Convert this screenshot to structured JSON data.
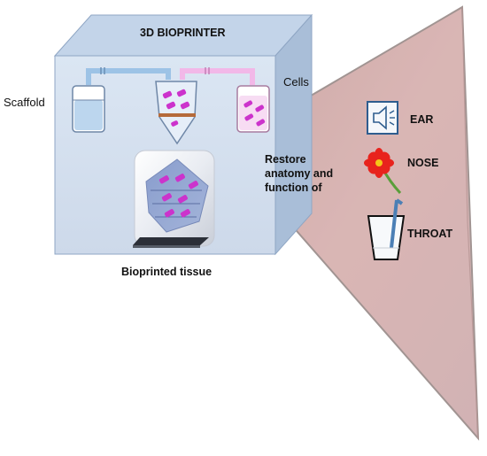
{
  "printer": {
    "title": "3D BIOPRINTER",
    "scaffold_label": "Scaffold",
    "cells_label": "Cells",
    "output_label": "Bioprinted tissue"
  },
  "triangle": {
    "text_line1": "Restore",
    "text_line2": "anatomy and",
    "text_line3": "function of",
    "targets": [
      {
        "label": "EAR",
        "icon": "speaker-icon"
      },
      {
        "label": "NOSE",
        "icon": "flower-icon"
      },
      {
        "label": "THROAT",
        "icon": "glass-with-straw-icon"
      }
    ]
  },
  "colors": {
    "box_face": "#d7e3f1",
    "box_top": "#c3d4e9",
    "box_side": "#a9bed8",
    "triangle_fill": "#d4aaa8",
    "triangle_edge": "#9c8f8d",
    "tube_blue": "#9dc3e6",
    "tube_pink": "#f2b8e8",
    "cell_magenta": "#cc33cc",
    "flower_red": "#e8231d",
    "stem_green": "#5a9e3a",
    "icon_blue": "#2e5d8f"
  }
}
